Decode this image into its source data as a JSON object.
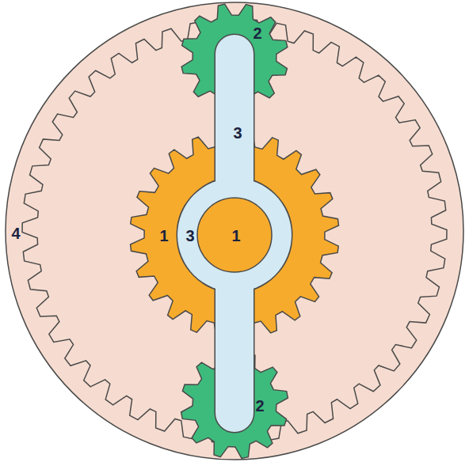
{
  "diagram": {
    "labels": [
      "2",
      "3",
      "4",
      "1",
      "3",
      "1",
      "2"
    ]
  }
}
